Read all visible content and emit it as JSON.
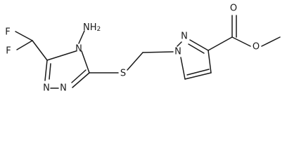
{
  "molecule": {
    "atoms": [
      {
        "id": "F1",
        "label": "F"
      },
      {
        "id": "F2",
        "label": "F"
      },
      {
        "id": "NH2",
        "label": "NH2",
        "main": "NH",
        "sub": "2"
      },
      {
        "id": "N4",
        "label": "N"
      },
      {
        "id": "N1",
        "label": "N"
      },
      {
        "id": "N2",
        "label": "N"
      },
      {
        "id": "S",
        "label": "S"
      },
      {
        "id": "N1p",
        "label": "N"
      },
      {
        "id": "N2p",
        "label": "N"
      },
      {
        "id": "O1",
        "label": "O"
      },
      {
        "id": "O2",
        "label": "O"
      }
    ]
  }
}
